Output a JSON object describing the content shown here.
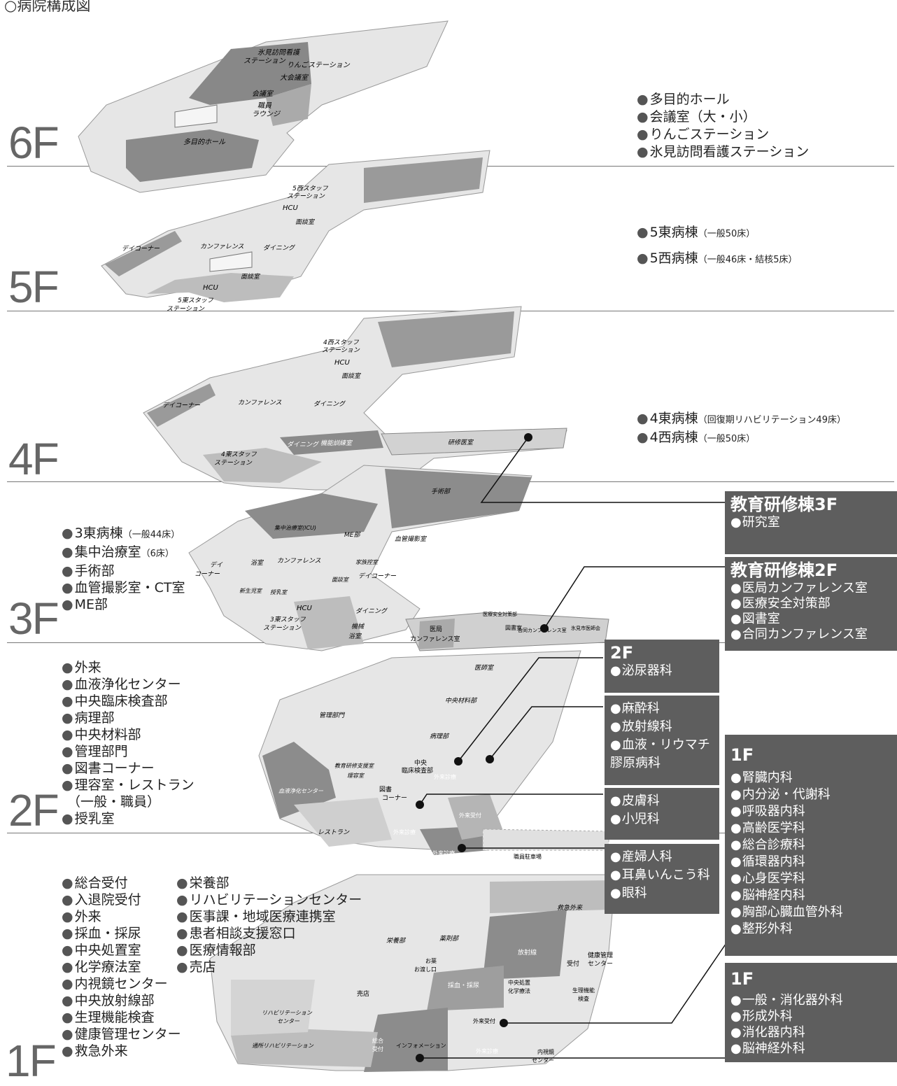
{
  "title": "○病院構成図",
  "floors": {
    "f6": "6F",
    "f5": "5F",
    "f4": "4F",
    "f3": "3F",
    "f2": "2F",
    "f1": "1F"
  },
  "right": {
    "f6": [
      "多目的ホール",
      "会議室（大・小）",
      "りんごステーション",
      "氷見訪問看護ステーション"
    ],
    "f5": [
      {
        "name": "5東病棟",
        "note": "（一般50床）"
      },
      {
        "name": "5西病棟",
        "note": "（一般46床・結核5床）"
      }
    ],
    "f4": [
      {
        "name": "4東病棟",
        "note": "（回復期リハビリテーション49床）"
      },
      {
        "name": "4西病棟",
        "note": "（一般50床）"
      }
    ]
  },
  "left": {
    "f3": [
      {
        "name": "3東病棟",
        "note": "（一般44床）"
      },
      {
        "name": "集中治療室",
        "note": "（6床）"
      },
      {
        "name": "手術部",
        "note": ""
      },
      {
        "name": "血管撮影室・CT室",
        "note": ""
      },
      {
        "name": "ME部",
        "note": ""
      }
    ],
    "f2": [
      "外来",
      "血液浄化センター",
      "中央臨床検査部",
      "病理部",
      "中央材料部",
      "管理部門",
      "図書コーナー",
      "理容室・レストラン"
    ],
    "f2_extra": "（一般・職員）",
    "f2_last": "授乳室",
    "f1_col1": [
      "総合受付",
      "入退院受付",
      "外来",
      "採血・採尿",
      "中央処置室",
      "化学療法室",
      "内視鏡センター",
      "中央放射線部",
      "生理機能検査",
      "健康管理センター",
      "救急外来"
    ],
    "f1_col2": [
      "栄養部",
      "リハビリテーションセンター",
      "医事課・地域医療連携室",
      "患者相談支援窓口",
      "医療情報部",
      "売店"
    ]
  },
  "boxes": {
    "edu3": {
      "head": "教育研修棟3F",
      "items": [
        "研究室"
      ]
    },
    "edu2": {
      "head": "教育研修棟2F",
      "items": [
        "医局カンファレンス室",
        "医療安全対策部",
        "図書室",
        "合同カンファレンス室"
      ]
    },
    "b2f": {
      "head": "2F",
      "items": [
        "泌尿器科"
      ]
    },
    "b2f_b": {
      "items": [
        "麻酔科",
        "放射線科",
        "血液・リウマチ膠原病科"
      ]
    },
    "b2f_c": {
      "items": [
        "皮膚科",
        "小児科"
      ]
    },
    "b2f_d": {
      "items": [
        "産婦人科",
        "耳鼻いんこう科",
        "眼科"
      ]
    },
    "b1f": {
      "head": "1F",
      "items": [
        "腎臓内科",
        "内分泌・代謝科",
        "呼吸器内科",
        "高齢医学科",
        "総合診療科",
        "循環器内科",
        "心身医学科",
        "脳神経内科",
        "胸部心臓血管外科",
        "整形外科"
      ]
    },
    "b1f_b": {
      "head": "1F",
      "items": [
        "一般・消化器外科",
        "形成外科",
        "消化器内科",
        "脳神経外科"
      ]
    }
  },
  "map": {
    "f6": {
      "l1": "氷見訪問看護",
      "l2": "ステーション",
      "l3": "りんごステーション",
      "l4": "大会議室",
      "l5": "会議室",
      "l6": "職員",
      "l7": "ラウンジ",
      "l8": "多目的ホール"
    },
    "f5": {
      "l1": "5西スタッフ",
      "l2": "ステーション",
      "l3": "HCU",
      "l4": "面談室",
      "l5": "デイコーナー",
      "l6": "カンファレンス",
      "l7": "ダイニング",
      "l8": "面談室",
      "l9": "HCU",
      "l10": "5東スタッフ",
      "l11": "ステーション"
    },
    "f4": {
      "l1": "4西スタッフ",
      "l2": "ステーション",
      "l3": "HCU",
      "l4": "面談室",
      "l5": "デイコーナー",
      "l6": "カンファレンス",
      "l7": "ダイニング",
      "l8": "4東スタッフ",
      "l9": "ステーション",
      "l10": "ダイニング",
      "l11": "機能訓練室",
      "l12": "研修医室"
    },
    "f3": {
      "l1": "手術部",
      "l2": "集中治療室(ICU)",
      "l3": "ME部",
      "l4": "血管撮影室",
      "l5": "デイ",
      "l6": "コーナー",
      "l7": "浴室",
      "l8": "カンファレンス",
      "l9": "家族控室",
      "l10": "デイコーナー",
      "l11": "面談室",
      "l12": "新生児室",
      "l13": "授乳室",
      "l14": "HCU",
      "l15": "ダイニング",
      "l16": "3東スタッフ",
      "l17": "ステーション",
      "l18": "機械",
      "l19": "浴室",
      "l20": "医局",
      "l21": "カンファレンス室",
      "l22": "医療安全対策部",
      "l23": "図書室",
      "l24": "合同カンファレンス室",
      "l25": "氷見市医師会"
    },
    "f2": {
      "l1": "医師室",
      "l2": "管理部門",
      "l3": "中央材料部",
      "l4": "病理部",
      "l5": "教育研修支援室",
      "l6": "理容室",
      "l7": "中央",
      "l8": "臨床検査部",
      "l9": "外来診療",
      "l10": "血液浄化センター",
      "l11": "図書",
      "l12": "コーナー",
      "l13": "レストラン",
      "l14": "外来受付",
      "l15": "外来診療",
      "l16": "外来診療",
      "l17": "職員駐車場"
    },
    "f1": {
      "l1": "救急外来",
      "l2": "栄養部",
      "l3": "薬剤部",
      "l4": "放射線",
      "l5": "受付",
      "l6": "健康管理",
      "l7": "センター",
      "l8": "お薬",
      "l9": "お渡し口",
      "l10": "採血・採尿",
      "l11": "中央処置",
      "l12": "化学療法",
      "l13": "生理機能",
      "l14": "検査",
      "l15": "売店",
      "l16": "リハビリテーション",
      "l17": "センター",
      "l18": "外来受付",
      "l19": "通所リハビリテーション",
      "l20": "総合",
      "l21": "受付",
      "l22": "インフォメーション",
      "l23": "外来診療",
      "l24": "内視鏡",
      "l25": "センター"
    }
  }
}
